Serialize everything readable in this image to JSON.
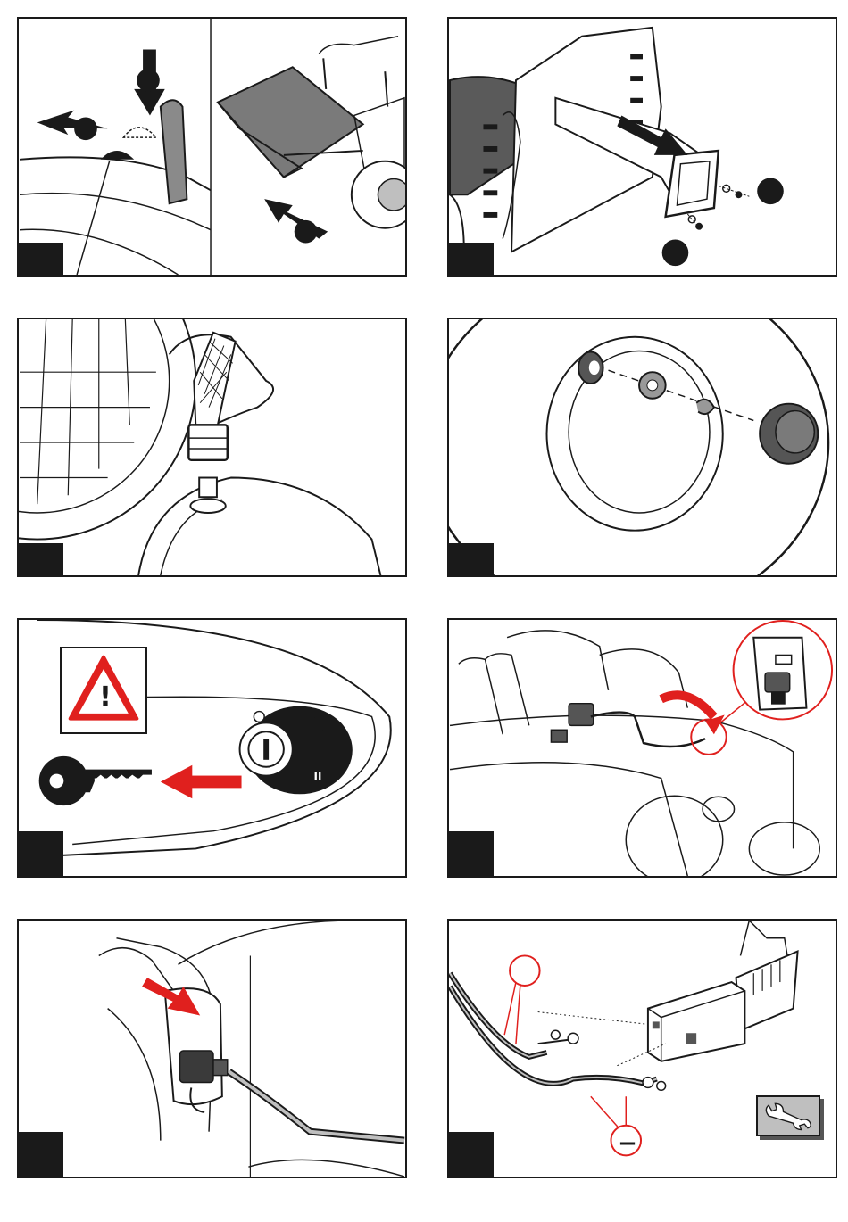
{
  "page": {
    "panels": [
      {
        "id": "p1",
        "subject": "lever-and-collector"
      },
      {
        "id": "p2",
        "subject": "discharge-chute-bolts"
      },
      {
        "id": "p3",
        "subject": "water-hose-connector"
      },
      {
        "id": "p4",
        "subject": "wheel-hub-assembly"
      },
      {
        "id": "p5",
        "subject": "ignition-key-removal"
      },
      {
        "id": "p6",
        "subject": "battery-connector"
      },
      {
        "id": "p7",
        "subject": "charger-plug"
      },
      {
        "id": "p8",
        "subject": "battery-cables"
      }
    ],
    "warning_sign": {
      "glyph": "!"
    },
    "ignition_positions": [
      "I",
      "II"
    ],
    "battery_terminal": {
      "negative": "−"
    },
    "tool_icon": "wrench-icon"
  },
  "colors": {
    "ink": "#1a1a1a",
    "accent_red": "#e0201e",
    "badge": "#1a1a1a",
    "hub_grey": "#555555",
    "light_grey": "#bfbfbf"
  }
}
